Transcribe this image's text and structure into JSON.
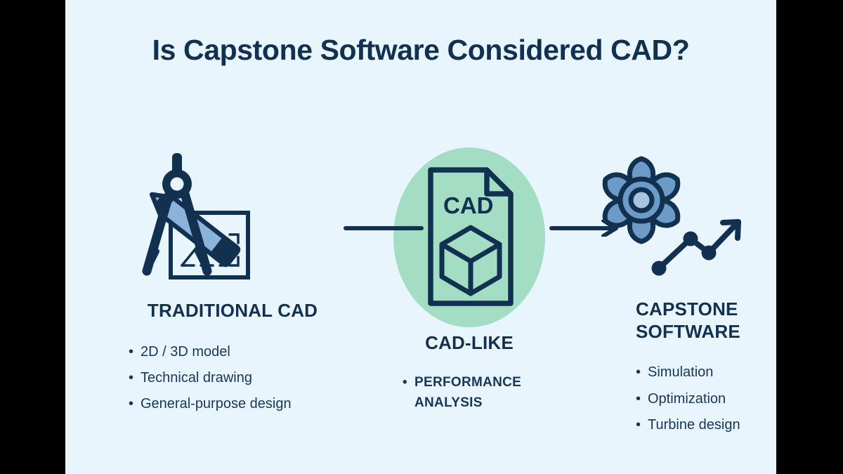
{
  "title": "Is Capstone Software Considered CAD?",
  "colors": {
    "background": "#e9f5fd",
    "letterbox": "#000000",
    "navy": "#12304f",
    "text": "#17365c",
    "mint_circle": "#a3ddc3",
    "steel_blue": "#6d9bc8",
    "light_blue": "#8cb3d9"
  },
  "columns": [
    {
      "id": "traditional-cad",
      "icon": "drafting-compass-pencil-icon",
      "heading": "TRADITIONAL CAD",
      "bullets": [
        "2D / 3D model",
        "Technical drawing",
        "General-purpose design"
      ]
    },
    {
      "id": "cad-like",
      "icon": "cad-document-cube-icon",
      "icon_label": "CAD",
      "heading": "CAD-LIKE",
      "bullets": [
        "PERFORMANCE ANALYSIS"
      ]
    },
    {
      "id": "capstone-software",
      "icon": "turbine-growth-chart-icon",
      "heading": "CAPSTONE SOFTWARE",
      "bullets": [
        "Simulation",
        "Optimization",
        "Turbine design"
      ]
    }
  ],
  "connectors": [
    {
      "id": "connector-1",
      "style": "line"
    },
    {
      "id": "connector-2",
      "style": "arrow"
    }
  ],
  "bullet_glyph": "•"
}
